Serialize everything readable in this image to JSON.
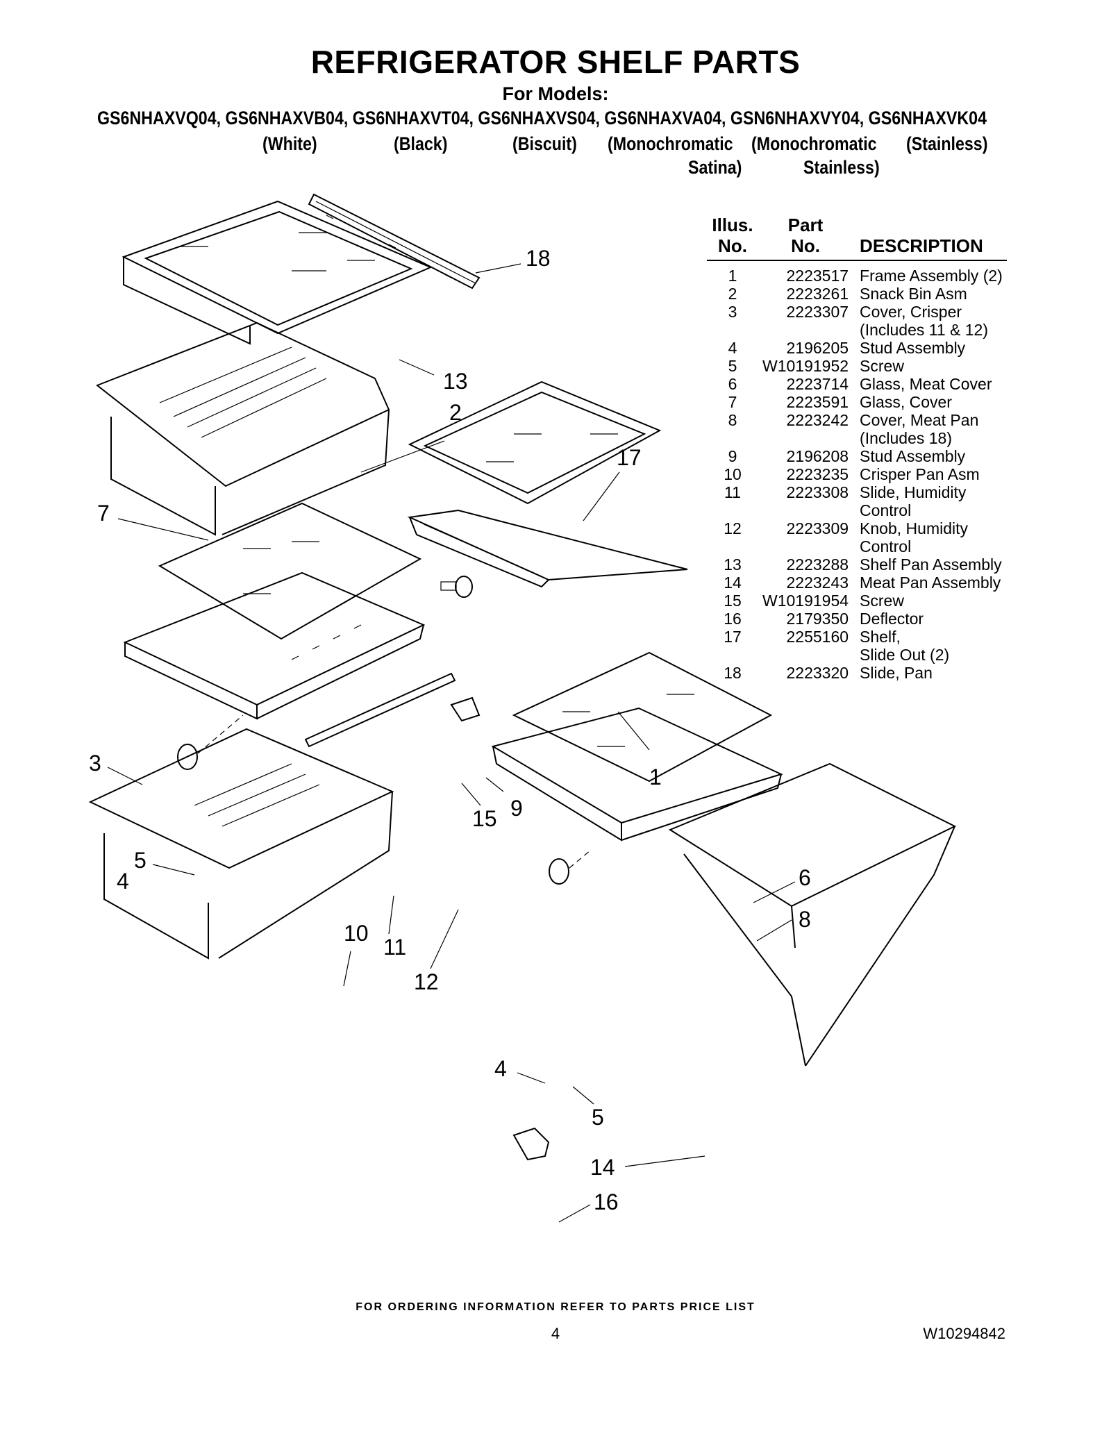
{
  "header": {
    "title": "REFRIGERATOR SHELF PARTS",
    "for_models_label": "For Models:",
    "models_line": "GS6NHAXVQ04, GS6NHAXVB04, GS6NHAXVT04, GS6NHAXVS04, GS6NHAXVA04, GSN6NHAXVY04, GS6NHAXVK04",
    "colors": [
      "(White)",
      "(Black)",
      "(Biscuit)",
      "(Monochromatic",
      "(Monochromatic",
      "(Stainless)"
    ],
    "colors_line2": [
      "Satina)",
      "Stainless)"
    ]
  },
  "table": {
    "headers": {
      "illus_1": "Illus.",
      "illus_2": "No.",
      "part_1": "Part",
      "part_2": "No.",
      "description": "DESCRIPTION"
    },
    "rows": [
      {
        "illus": "1",
        "part": "2223517",
        "desc": [
          "Frame Assembly (2)"
        ]
      },
      {
        "illus": "2",
        "part": "2223261",
        "desc": [
          "Snack Bin Asm"
        ]
      },
      {
        "illus": "3",
        "part": "2223307",
        "desc": [
          "Cover, Crisper",
          "(Includes 11 & 12)"
        ]
      },
      {
        "illus": "4",
        "part": "2196205",
        "desc": [
          "Stud Assembly"
        ]
      },
      {
        "illus": "5",
        "part": "W10191952",
        "desc": [
          "Screw"
        ]
      },
      {
        "illus": "6",
        "part": "2223714",
        "desc": [
          "Glass, Meat Cover"
        ]
      },
      {
        "illus": "7",
        "part": "2223591",
        "desc": [
          "Glass, Cover"
        ]
      },
      {
        "illus": "8",
        "part": "2223242",
        "desc": [
          "Cover, Meat Pan",
          "(Includes 18)"
        ]
      },
      {
        "illus": "9",
        "part": "2196208",
        "desc": [
          "Stud Assembly"
        ]
      },
      {
        "illus": "10",
        "part": "2223235",
        "desc": [
          "Crisper Pan Asm"
        ]
      },
      {
        "illus": "11",
        "part": "2223308",
        "desc": [
          "Slide, Humidity",
          "Control"
        ]
      },
      {
        "illus": "12",
        "part": "2223309",
        "desc": [
          "Knob, Humidity",
          "Control"
        ]
      },
      {
        "illus": "13",
        "part": "2223288",
        "desc": [
          "Shelf Pan Assembly"
        ]
      },
      {
        "illus": "14",
        "part": "2223243",
        "desc": [
          "Meat Pan Assembly"
        ]
      },
      {
        "illus": "15",
        "part": "W10191954",
        "desc": [
          "Screw"
        ]
      },
      {
        "illus": "16",
        "part": "2179350",
        "desc": [
          "Deflector"
        ]
      },
      {
        "illus": "17",
        "part": "2255160",
        "desc": [
          "Shelf,",
          "Slide Out (2)"
        ]
      },
      {
        "illus": "18",
        "part": "2223320",
        "desc": [
          "Slide, Pan"
        ]
      }
    ]
  },
  "callouts": {
    "c18": "18",
    "c13": "13",
    "c2": "2",
    "c17": "17",
    "c7": "7",
    "c1": "1",
    "c3": "3",
    "c15": "15",
    "c9": "9",
    "c5a": "5",
    "c4a": "4",
    "c10": "10",
    "c11": "11",
    "c12": "12",
    "c6": "6",
    "c8": "8",
    "c4b": "4",
    "c5b": "5",
    "c14": "14",
    "c16": "16"
  },
  "footer": {
    "ordering": "FOR ORDERING INFORMATION REFER TO PARTS PRICE LIST",
    "page_number": "4",
    "doc_number": "W10294842"
  }
}
